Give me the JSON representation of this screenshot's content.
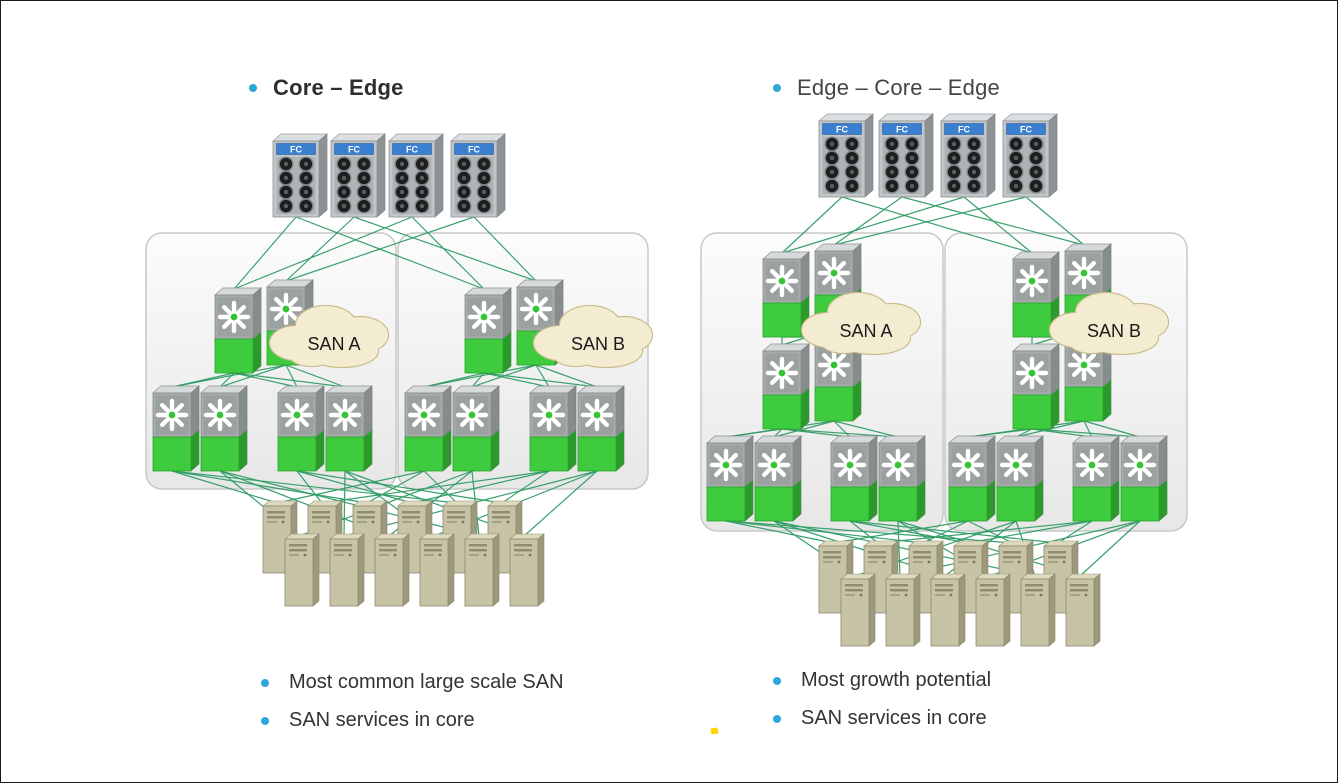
{
  "storage_label": "FC",
  "left_diagram": {
    "title": "Core – Edge",
    "clouds": [
      "SAN A",
      "SAN B"
    ],
    "bullets": [
      "Most common large scale SAN",
      "SAN services in core"
    ]
  },
  "right_diagram": {
    "title": "Edge – Core – Edge",
    "clouds": [
      "SAN A",
      "SAN B"
    ],
    "bullets": [
      "Most growth potential",
      "SAN services in core"
    ]
  },
  "colors": {
    "bullet_blue": "#2da7d8",
    "connection_green": "#2e9c64",
    "switch_green": "#3ecb3e",
    "storage_header_blue": "#3b7fd0",
    "cloud_cream": "#f3ecd1",
    "server_beige": "#c7c3a6"
  }
}
